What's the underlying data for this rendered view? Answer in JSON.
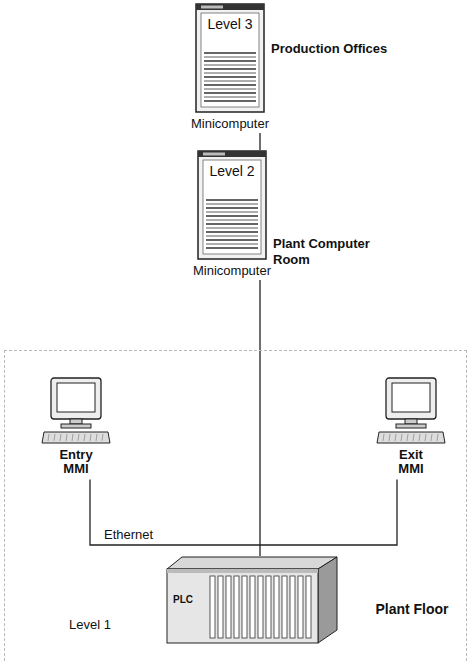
{
  "diagram": {
    "nodes": [
      {
        "text": [
          "Level 3",
          "Production Offices",
          "Minicomputer"
        ]
      },
      {
        "text": [
          "Level 2",
          "Plant Computer Room",
          "Minicomputer"
        ]
      },
      {
        "text": [
          "Level 1",
          "Plant Floor"
        ]
      },
      {
        "text": [
          "Entry MMI"
        ],
        "in": 2
      },
      {
        "text": [
          "Exit MMI"
        ],
        "in": 2
      },
      {
        "text": [
          "PLC"
        ],
        "in": 2
      }
    ],
    "edges": [
      {
        "from": 0,
        "to": 1,
        "arrow": "none"
      },
      {
        "from": 1,
        "to": 5,
        "arrow": "none"
      },
      {
        "from": 3,
        "to": 4,
        "label": "Ethernet",
        "arrow": "none"
      }
    ]
  }
}
